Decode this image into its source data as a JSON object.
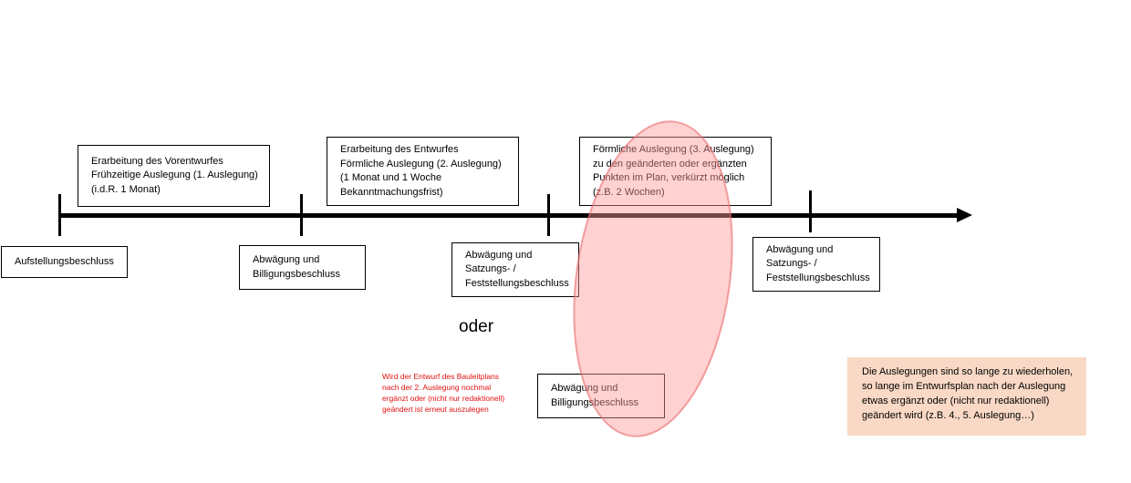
{
  "top_boxes": [
    {
      "lines": [
        "Erarbeitung des Vorentwurfes",
        "Frühzeitige Auslegung (1. Auslegung)",
        "(i.d.R. 1 Monat)"
      ]
    },
    {
      "lines": [
        "Erarbeitung des Entwurfes",
        "Förmliche Auslegung (2. Auslegung)",
        "(1 Monat und 1 Woche",
        "Bekanntmachungsfrist)"
      ]
    },
    {
      "lines": [
        "Förmliche Auslegung (3. Auslegung)",
        "zu den geänderten oder ergänzten",
        "Punkten im Plan, verkürzt möglich",
        "(z.B. 2 Wochen)"
      ]
    }
  ],
  "bottom_boxes": [
    {
      "lines": [
        "Aufstellungsbeschluss"
      ]
    },
    {
      "lines": [
        "Abwägung und",
        "Billigungsbeschluss"
      ]
    },
    {
      "lines": [
        "Abwägung und",
        "Satzungs- /",
        "Feststellungsbeschluss"
      ]
    },
    {
      "lines": [
        "Abwägung und",
        "Satzungs- /",
        "Feststellungsbeschluss"
      ]
    }
  ],
  "alternative": {
    "separator": "oder",
    "note_lines": [
      "Wird der Entwurf des Bauleitplans",
      "nach der 2. Auslegung nochmal",
      "ergänzt oder (nicht nur redaktionell)",
      "geändert ist erneut auszulegen"
    ],
    "box_lines": [
      "Abwägung und",
      "Billigungsbeschluss"
    ]
  },
  "info_box": {
    "lines": [
      "Die Auslegungen sind so lange zu wiederholen,",
      "so lange im Entwurfsplan nach der Auslegung",
      "etwas ergänzt oder (nicht nur redaktionell)",
      "geändert wird (z.B. 4., 5. Auslegung…)"
    ]
  },
  "colors": {
    "axis": "#000000",
    "highlight_fill": "#ff9a9a",
    "highlight_stroke": "#e86a6a",
    "note_text": "#dd1111",
    "info_bg": "#f9d9c5"
  }
}
